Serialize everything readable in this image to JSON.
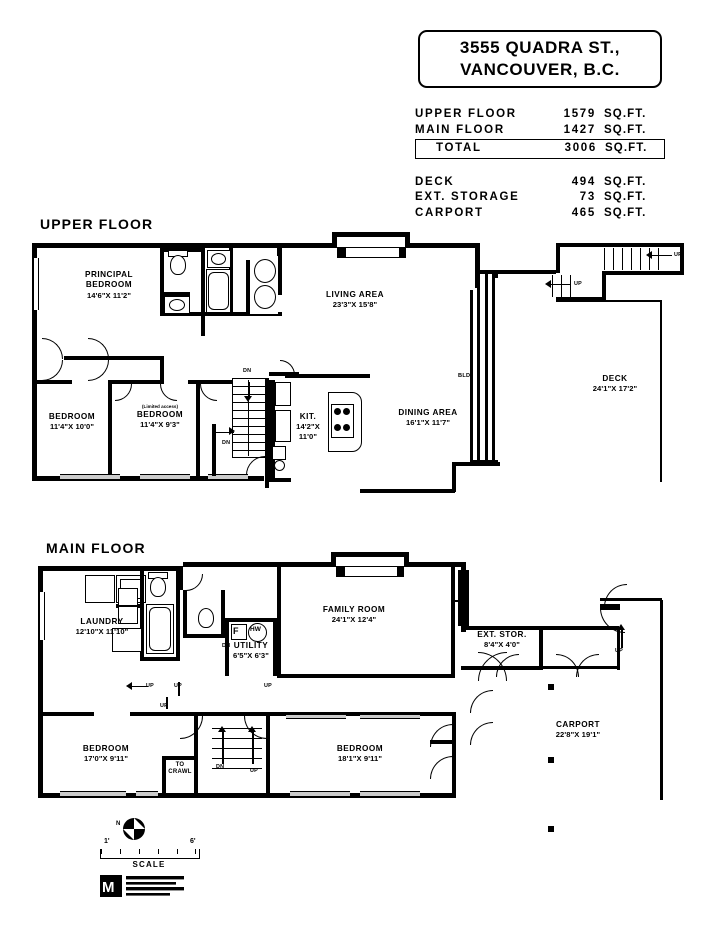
{
  "title": {
    "line1": "3555 QUADRA ST.,",
    "line2": "VANCOUVER, B.C."
  },
  "stats": {
    "rows": [
      {
        "label": "UPPER FLOOR",
        "value": "1579",
        "unit": "SQ.FT."
      },
      {
        "label": "MAIN FLOOR",
        "value": "1427",
        "unit": "SQ.FT."
      }
    ],
    "total": {
      "label": "TOTAL",
      "value": "3006",
      "unit": "SQ.FT."
    },
    "extras": [
      {
        "label": "DECK",
        "value": "494",
        "unit": "SQ.FT."
      },
      {
        "label": "EXT. STORAGE",
        "value": "73",
        "unit": "SQ.FT."
      },
      {
        "label": "CARPORT",
        "value": "465",
        "unit": "SQ.FT."
      }
    ]
  },
  "upper_floor": {
    "heading": "UPPER FLOOR",
    "rooms": [
      {
        "name": "PRINCIPAL",
        "name2": "BEDROOM",
        "dim": "14'6\"X  11'2\""
      },
      {
        "name": "BEDROOM",
        "dim": "11'4\"X  10'0\""
      },
      {
        "name": "BEDROOM",
        "dim": "11'4\"X  9'3\"",
        "sub": "(Limited access)"
      },
      {
        "name": "LIVING AREA",
        "dim": "23'3\"X  15'8\""
      },
      {
        "name": "KIT.",
        "dim": "14'2\"X",
        "dim2": "11'0\""
      },
      {
        "name": "DINING AREA",
        "dim": "16'1\"X  11'7\""
      },
      {
        "name": "DECK",
        "dim": "24'1\"X  17'2\""
      }
    ],
    "annotations": {
      "bld": "BLD",
      "dn_top": "DN",
      "dn_bottom": "DN",
      "up_deck_1": "UP",
      "up_deck_2": "UP"
    }
  },
  "main_floor": {
    "heading": "MAIN FLOOR",
    "rooms": [
      {
        "name": "LAUNDRY",
        "dim": "12'10\"X  11'10\""
      },
      {
        "name": "UTILITY",
        "dim": "6'5\"X  6'3\""
      },
      {
        "name": "FAMILY ROOM",
        "dim": "24'1\"X  12'4\""
      },
      {
        "name": "EXT. STOR.",
        "dim": "8'4\"X  4'0\""
      },
      {
        "name": "CARPORT",
        "dim": "22'8\"X  19'1\""
      },
      {
        "name": "BEDROOM",
        "dim": "17'0\"X  9'11\""
      },
      {
        "name": "BEDROOM",
        "dim": "18'1\"X  9'11\""
      }
    ],
    "annotations": {
      "furnace": "F",
      "hot_water": "HW",
      "utility_dn": "DN",
      "to_crawl_1": "TO",
      "to_crawl_2": "CRAWL",
      "up_1": "UP",
      "up_2": "UP",
      "up_3": "UP",
      "up_4": "UP",
      "up_5": "UP",
      "up_6": "UP",
      "dn_1": "DN",
      "dn_2": "DN"
    }
  },
  "scale": {
    "label": "SCALE",
    "start": "1'",
    "end": "6'"
  },
  "compass": {
    "north": "N"
  }
}
